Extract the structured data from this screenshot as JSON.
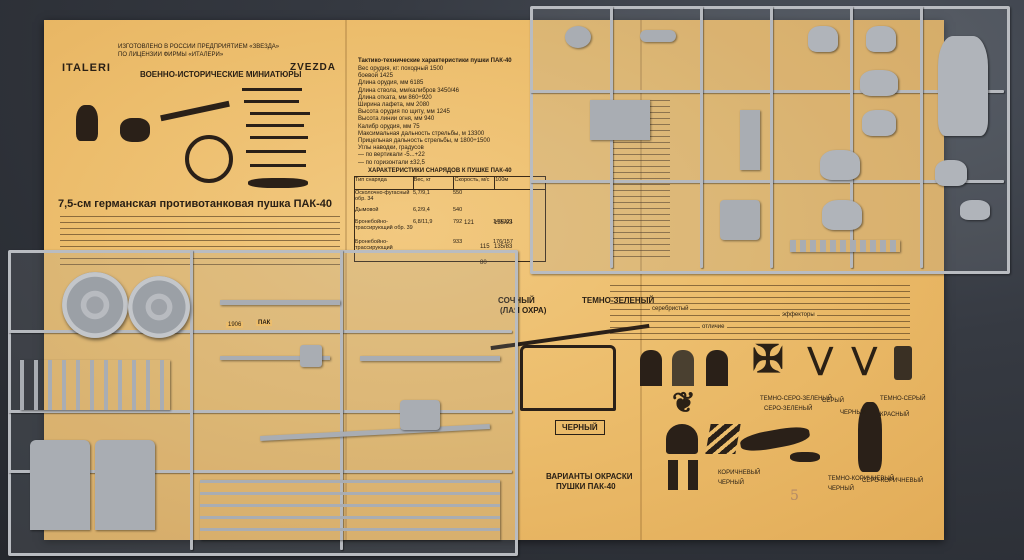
{
  "instruction_sheet": {
    "logo_italeri": "ITALERI",
    "logo_zvezda": "ZVEZDA",
    "header_line1": "ИЗГОТОВЛЕНО В РОССИИ ПРЕДПРИЯТИЕМ «ЗВЕЗДА»",
    "header_line2": "ПО ЛИЦЕНЗИИ ФИРМЫ «ИТАЛЕРИ»",
    "series_title": "ВОЕННО-ИСТОРИЧЕСКИЕ МИНИАТЮРЫ",
    "product_title": "7,5-см германская противотанковая пушка ПАК-40",
    "specs_title": "Тактико-технические характеристики пушки ПАК-40",
    "specs_lines": [
      "Вес орудия, кг: походный 1500",
      "боевой 1425",
      "Длина орудия, мм 6185",
      "Длина ствола, мм/калибров 3450/46",
      "Длина отката, мм 860÷920",
      "Ширина лафета, мм 2080",
      "Высота орудия по щиту, мм 1245",
      "Высота линии огня, мм 940",
      "Калибр орудия, мм 75",
      "Максимальная дальность стрельбы, м 13300",
      "Прицельная дальность стрельбы, м 1800÷1500",
      "Углы наводки, градусов",
      "— по вертикали -5...+22",
      "— по горизонтали ±32,5"
    ],
    "ammo_table_title": "ХАРАКТЕРИСТИКИ СНАРЯДОВ К ПУШКЕ ПАК-40",
    "ammo_table": {
      "headers": [
        "Тип снаряда",
        "Вес, кг",
        "Скорость, м/с",
        "100м"
      ],
      "rows": [
        [
          "Осколочно-фугасный обр. 34",
          "5,7/9,1",
          "550",
          ""
        ],
        [
          "Дымовой",
          "6,2/9,4",
          "540",
          ""
        ],
        [
          "Бронебойно-трассирующий обр. 39",
          "6,8/11,9",
          "792",
          "149/121"
        ],
        [
          "Бронебойно-трассирующий",
          "",
          "933",
          "176/157"
        ]
      ],
      "extra_values": [
        "121",
        "115",
        "135/93",
        "135/83",
        "80"
      ]
    },
    "color_heading_left": "СОЧНЫЙ",
    "color_heading_left2": "(ЛАЯ ОХРА)",
    "color_heading_right": "ТЕМНО-ЗЕЛЕНЫЙ",
    "color_black_label": "ЧЕРНЫЙ",
    "variants_label": "ВАРИАНТЫ ОКРАСКИ",
    "variants_label2": "ПУШКИ ПАК-40",
    "left_panel_words": [
      "ПАК",
      "1906"
    ],
    "right_text_words": [
      "серебристый",
      "эффекторы",
      "отличие"
    ],
    "figure_color_labels": [
      "ТЕМНО-СЕРО-ЗЕЛЕНЫЙ",
      "СЕРО-ЗЕЛЕНЫЙ",
      "СЕРЫЙ",
      "ЧЕРНЫЙ",
      "КРАСНЫЙ",
      "ТЕМНО-СЕРЫЙ",
      "КОРИЧНЕВЫЙ",
      "ЧЕРНЫЙ",
      "ТЕМНО-КОРИЧНЕВЫЙ",
      "ЧЕРНЫЙ",
      "СЕРО-КОРИЧНЕВЫЙ"
    ],
    "pencil_mark": "5"
  },
  "colors": {
    "paper": "#ecbd6c",
    "plastic_grey": "#b6b9be",
    "print_ink": "#2a2015",
    "background": "#2f333a"
  }
}
